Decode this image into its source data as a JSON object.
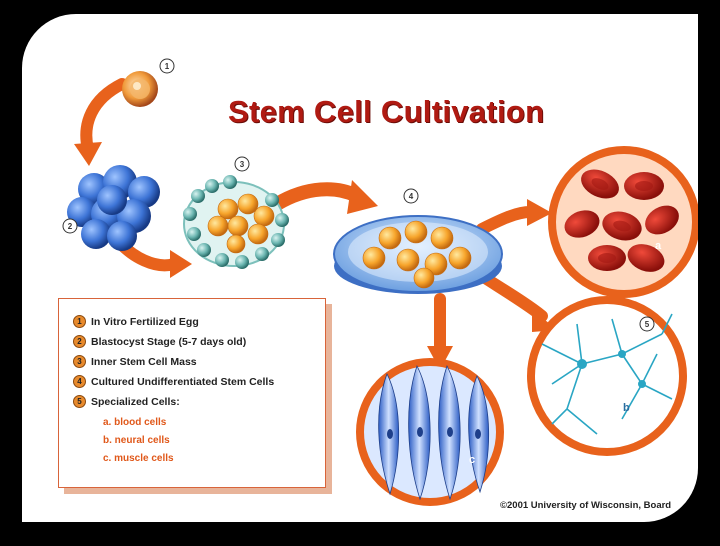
{
  "title": "Stem Cell Cultivation",
  "markers": [
    "1",
    "2",
    "3",
    "4",
    "5"
  ],
  "cell_labels": {
    "a": "a",
    "b": "b",
    "c": "c"
  },
  "legend": {
    "items": [
      {
        "num": "1",
        "text": "In Vitro Fertilized Egg"
      },
      {
        "num": "2",
        "text": "Blastocyst Stage (5-7 days old)"
      },
      {
        "num": "3",
        "text": "Inner Stem Cell Mass"
      },
      {
        "num": "4",
        "text": "Cultured Undifferentiated Stem Cells"
      },
      {
        "num": "5",
        "text": "Specialized Cells:"
      }
    ],
    "subitems": [
      "a.  blood cells",
      "b.  neural cells",
      "c.  muscle cells"
    ]
  },
  "copyright": "©2001 University of Wisconsin, Board",
  "colors": {
    "title": "#b01a12",
    "arrow": "#e8621c",
    "accent": "#e0581a"
  }
}
